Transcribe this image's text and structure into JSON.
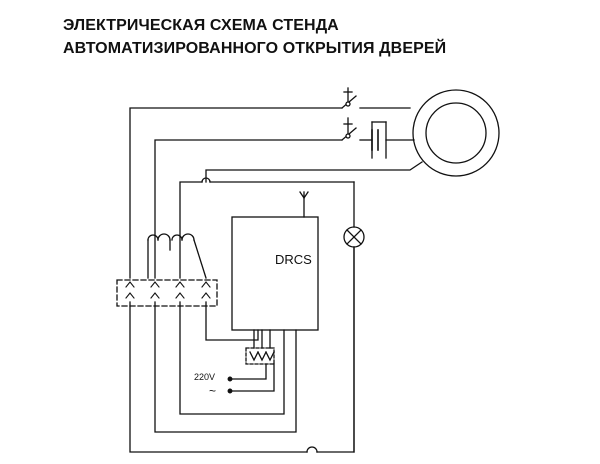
{
  "title": {
    "line1": "ЭЛЕКТРИЧЕСКАЯ СХЕМА СТЕНДА",
    "line2": "АВТОМАТИЗИРОВАННОГО ОТКРЫТИЯ ДВЕРЕЙ"
  },
  "controller": {
    "label": "DRCS"
  },
  "power": {
    "voltage_label": "220V",
    "ac_symbol": "~"
  },
  "components": {
    "motor": "door-motor",
    "lamp": "indicator-lamp",
    "antenna": "antenna",
    "capacitor": "capacitor",
    "switches": "limit-switches",
    "connector": "connector-block"
  },
  "colors": {
    "line": "#111111",
    "background": "#ffffff"
  }
}
